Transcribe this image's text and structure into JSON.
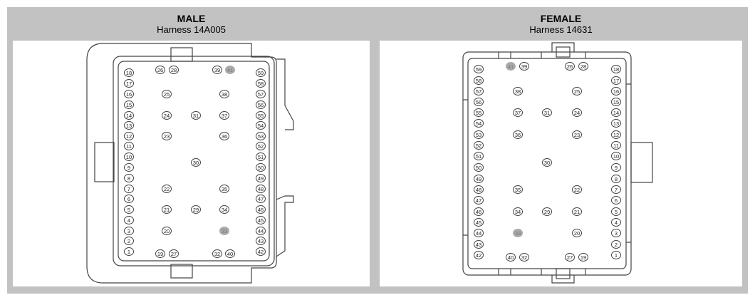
{
  "panels": {
    "male": {
      "title": "MALE",
      "subtitle": "Harness  14A005",
      "pins": [
        "1",
        "2",
        "3",
        "4",
        "5",
        "6",
        "7",
        "8",
        "9",
        "10",
        "11",
        "12",
        "13",
        "14",
        "15",
        "16",
        "17",
        "18",
        "19",
        "20",
        "21",
        "22",
        "23",
        "24",
        "25",
        "26",
        "27",
        "28",
        "29",
        "30",
        "31",
        "32",
        "33",
        "34",
        "35",
        "36",
        "37",
        "38",
        "39",
        "40",
        "41",
        "42",
        "43",
        "44",
        "45",
        "46",
        "47",
        "48",
        "49",
        "50",
        "51",
        "52",
        "53",
        "54",
        "55",
        "56",
        "57",
        "58",
        "59"
      ]
    },
    "female": {
      "title": "FEMALE",
      "subtitle": "Harness  14631",
      "pins": [
        "1",
        "2",
        "3",
        "4",
        "5",
        "6",
        "7",
        "8",
        "9",
        "10",
        "11",
        "12",
        "13",
        "14",
        "15",
        "16",
        "17",
        "18",
        "19",
        "20",
        "21",
        "22",
        "23",
        "24",
        "25",
        "26",
        "27",
        "28",
        "29",
        "30",
        "31",
        "32",
        "33",
        "34",
        "35",
        "36",
        "37",
        "38",
        "39",
        "40",
        "41",
        "42",
        "43",
        "44",
        "45",
        "46",
        "47",
        "48",
        "49",
        "50",
        "51",
        "52",
        "53",
        "54",
        "55",
        "56",
        "57",
        "58",
        "59"
      ]
    }
  },
  "highlighted_pins": [
    "33",
    "41"
  ],
  "colors": {
    "panel": "#c2c2c2",
    "line": "#444444",
    "highlight": "#aaaaaa"
  }
}
